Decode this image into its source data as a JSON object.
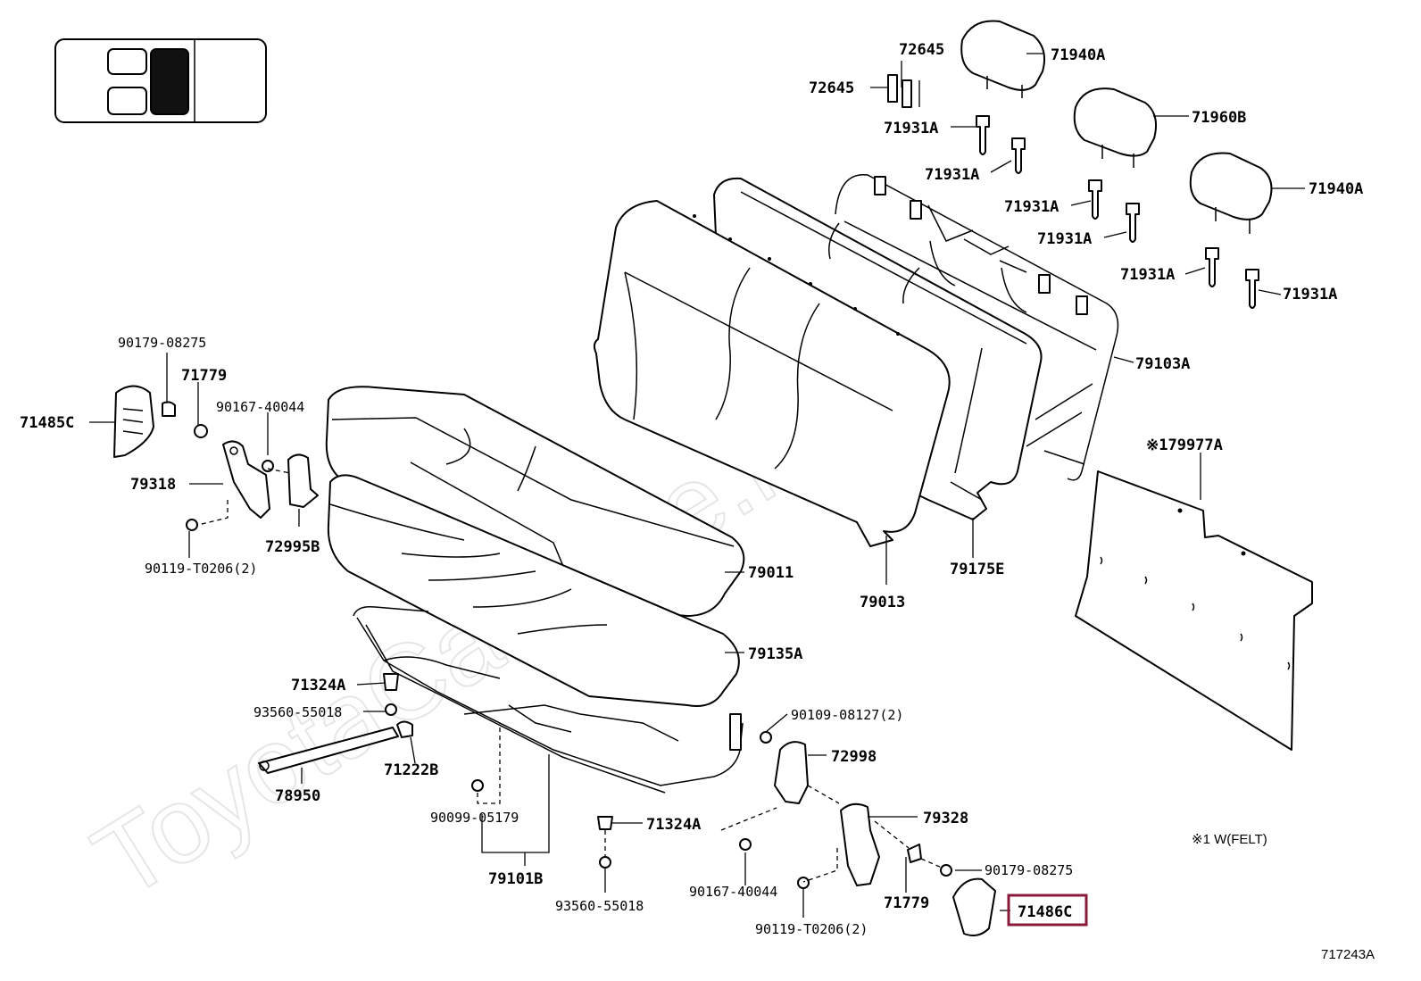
{
  "diagram": {
    "figure_code": "717243A",
    "watermark": "ToyotaCarMine.ru",
    "note": "※1 W(FELT)",
    "highlight_color": "#8b1a3a",
    "labels": {
      "p72645a": "72645",
      "p72645b": "72645",
      "p71940Aa": "71940A",
      "p71960B": "71960B",
      "p71940Ab": "71940A",
      "p71931A1": "71931A",
      "p71931A2": "71931A",
      "p71931A3": "71931A",
      "p71931A4": "71931A",
      "p71931A5": "71931A",
      "p71931A6": "71931A",
      "p79103A": "79103A",
      "p79977A": "※179977A",
      "p90179a": "90179-08275",
      "p71779a": "71779",
      "p71485C": "71485C",
      "p90167a": "90167-40044",
      "p79318": "79318",
      "p72995B": "72995B",
      "p90119a": "90119-T0206(2)",
      "p79011": "79011",
      "p79013": "79013",
      "p79175E": "79175E",
      "p79135A": "79135A",
      "p71324Aa": "71324A",
      "p93560a": "93560-55018",
      "p71222B": "71222B",
      "p78950": "78950",
      "p90109": "90109-08127(2)",
      "p72998": "72998",
      "p79328": "79328",
      "p90099": "90099-05179",
      "p71324Ab": "71324A",
      "p79101B": "79101B",
      "p93560b": "93560-55018",
      "p90167b": "90167-40044",
      "p71779b": "71779",
      "p90179b": "90179-08275",
      "p90119b": "90119-T0206(2)",
      "p71486C": "71486C"
    }
  }
}
